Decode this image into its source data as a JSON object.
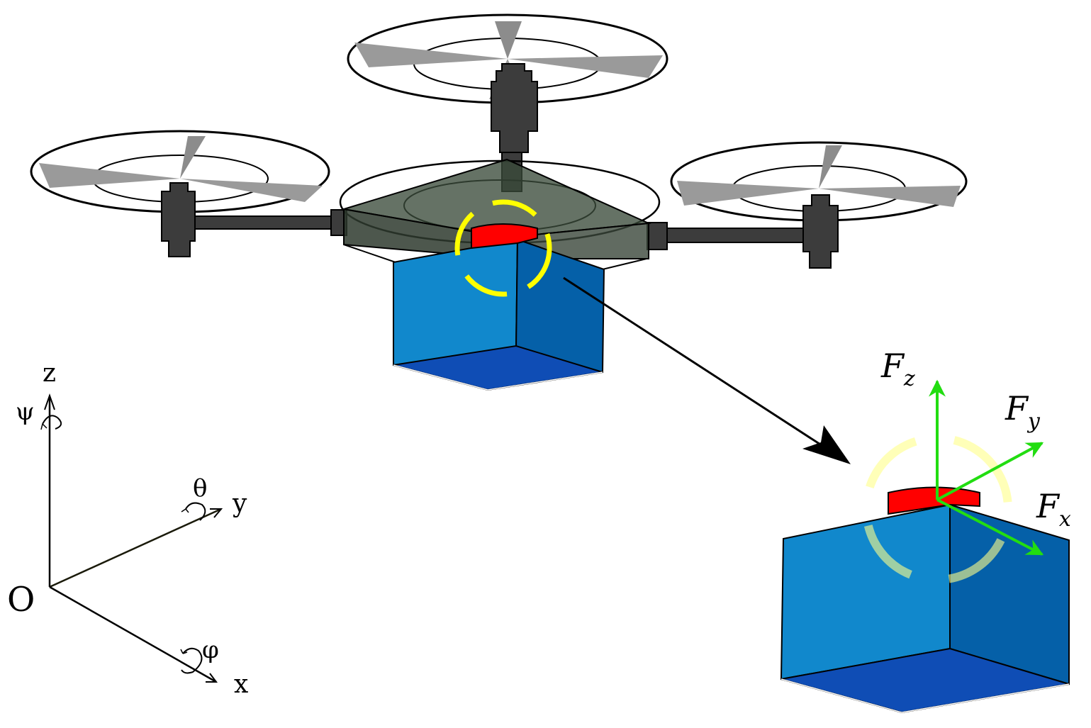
{
  "axes": {
    "origin": "O",
    "z": "z",
    "y": "y",
    "x": "x",
    "psi": "ψ",
    "theta": "θ",
    "phi": "φ"
  },
  "forces": {
    "fz_main": "F",
    "fz_sub": "z",
    "fy_main": "F",
    "fy_sub": "y",
    "fx_main": "F",
    "fx_sub": "x"
  },
  "colors": {
    "box_front": "#1188cc",
    "box_side": "#0560a8",
    "box_bottom": "#0f4db5",
    "sensor": "#ff0000",
    "ring": "#ffff00",
    "force_arrow": "#22dd11",
    "body": "#3a4a3a",
    "motor": "#3c3c3c"
  }
}
